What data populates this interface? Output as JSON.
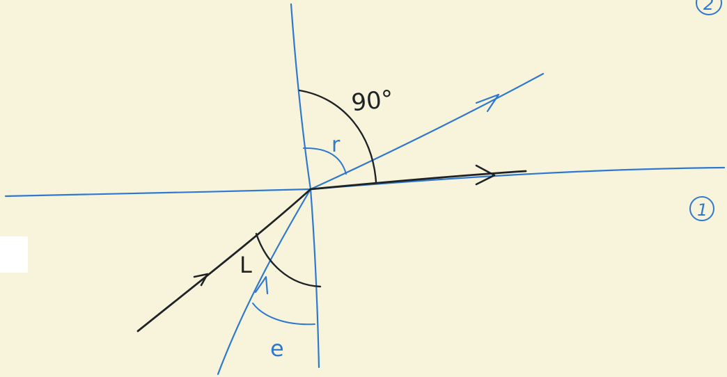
{
  "diagram": {
    "labels": {
      "right_angle": "90°",
      "reflection_angle": "r",
      "incidence_angle": "e",
      "refraction_angle": "L",
      "medium_1": "1",
      "medium_2": "2"
    },
    "colors": {
      "background": "#f8f4dc",
      "blue_ink": "#2f78d0",
      "black_ink": "#1f2326"
    }
  }
}
